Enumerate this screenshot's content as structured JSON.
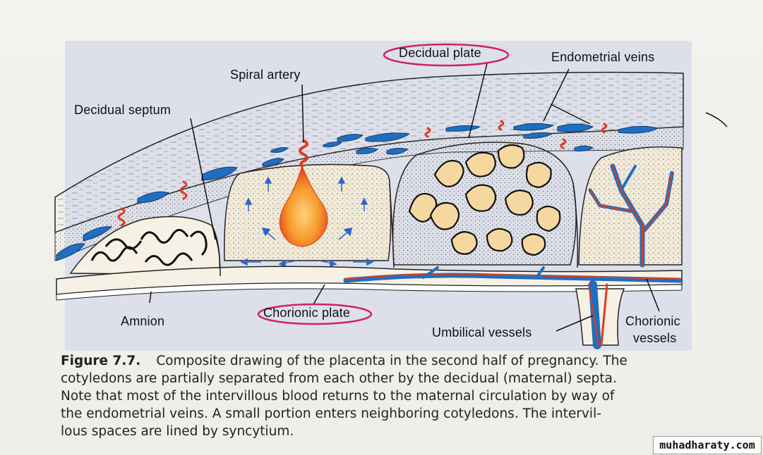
{
  "figure": {
    "labels": {
      "decidual_plate": "Decidual plate",
      "endometrial_veins": "Endometrial veins",
      "spiral_artery": "Spiral artery",
      "decidual_septum": "Decidual septum",
      "amnion": "Amnion",
      "chorionic_plate": "Chorionic plate",
      "umbilical_vessels": "Umbilical vessels",
      "chorionic_vessels_line1": "Chorionic",
      "chorionic_vessels_line2": "vessels"
    },
    "colors": {
      "blood_vessel_blue": "#1f6fc0",
      "artery_red": "#e03a1c",
      "artery_orange": "#f59a2a",
      "highlight_magenta": "#d0206a",
      "panel_background": "#dde0ea"
    }
  },
  "caption": {
    "number": "Figure 7.7.",
    "line1": "Composite drawing of the placenta in the second half of pregnancy. The",
    "line2": "cotyledons are partially separated from each other by the decidual (maternal) septa.",
    "line3": "Note that most of the intervillous blood returns to the maternal circulation by way of",
    "line4": "the endometrial veins. A small portion enters neighboring cotyledons. The intervil-",
    "line5": "lous spaces are lined by syncytium."
  },
  "watermark": {
    "text": "muhadharaty.com"
  }
}
